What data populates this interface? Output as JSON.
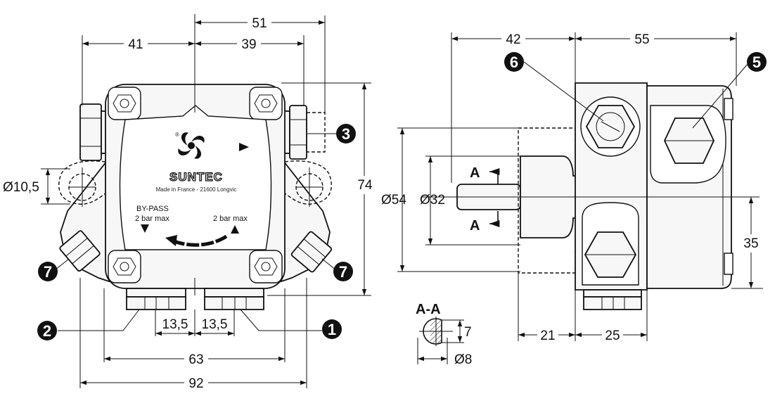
{
  "dimensions": {
    "top_41": "41",
    "top_39": "39",
    "top_51": "51",
    "height_74": "74",
    "bottom_63": "63",
    "bottom_92": "92",
    "port_13_5_left": "13,5",
    "port_13_5_right": "13,5",
    "hole_d10_5": "Ø10,5",
    "side_42": "42",
    "side_55": "55",
    "side_d54": "Ø54",
    "side_d32": "Ø32",
    "side_35": "35",
    "side_21": "21",
    "side_25": "25",
    "section_7": "7",
    "section_d8": "Ø8"
  },
  "labels": {
    "brand": "SUNTEC",
    "made_in": "Made in France - 21600 Longvic",
    "bypass": "BY-PASS",
    "bar_left": "2 bar max",
    "bar_right": "2 bar max",
    "registered": "®",
    "section_a_top": "A",
    "section_a_bottom": "A",
    "section_title": "A-A"
  },
  "badges": {
    "b1": "1",
    "b2": "2",
    "b3": "3",
    "b5": "5",
    "b6": "6",
    "b7_left": "7",
    "b7_right": "7"
  }
}
